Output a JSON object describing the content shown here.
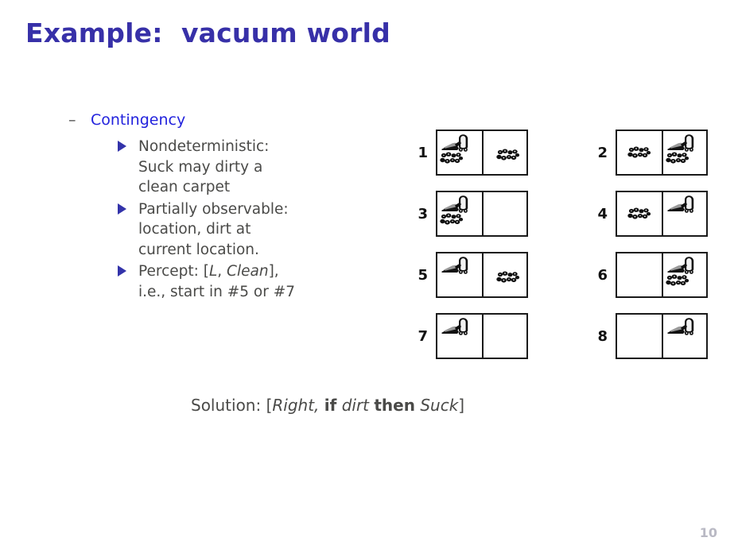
{
  "slide": {
    "title": "Example:  vacuum world",
    "page_number": "10",
    "title_color": "#3730a8",
    "accent_blue": "#2222dd",
    "bullet_blue": "#3333aa",
    "text_gray": "#4a4a48"
  },
  "outline": {
    "dash_bullet": "–",
    "level1_label": "Contingency",
    "items": [
      {
        "lines": [
          "Nondeterministic:",
          "Suck may dirty a",
          "clean carpet"
        ]
      },
      {
        "lines": [
          "Partially observable:",
          "location, dirt at",
          "current location."
        ]
      },
      {
        "lines": [
          "Percept: [L, Clean],",
          "i.e., start in #5 or #7"
        ]
      }
    ],
    "percept": {
      "prefix": "Percept: [",
      "location": "L",
      "comma": ", ",
      "status": "Clean",
      "suffix": "],",
      "second_line": "i.e., start in #5 or #7"
    }
  },
  "solution": {
    "label": "Solution: [",
    "action1": "Right,",
    "kw_if": "if",
    "condition": "dirt",
    "kw_then": "then",
    "action2": "Suck",
    "close": "]"
  },
  "diagram": {
    "caption": "vacuum-world-states",
    "icons": {
      "vacuum": "vacuum-cleaner-icon",
      "dirt": "dirt-icon"
    },
    "states": [
      {
        "num": "1",
        "left": {
          "vacuum": true,
          "dirt": true
        },
        "right": {
          "vacuum": false,
          "dirt": true
        }
      },
      {
        "num": "2",
        "left": {
          "vacuum": false,
          "dirt": true
        },
        "right": {
          "vacuum": true,
          "dirt": true
        }
      },
      {
        "num": "3",
        "left": {
          "vacuum": true,
          "dirt": true
        },
        "right": {
          "vacuum": false,
          "dirt": false
        }
      },
      {
        "num": "4",
        "left": {
          "vacuum": false,
          "dirt": true
        },
        "right": {
          "vacuum": true,
          "dirt": false
        }
      },
      {
        "num": "5",
        "left": {
          "vacuum": true,
          "dirt": false
        },
        "right": {
          "vacuum": false,
          "dirt": true
        }
      },
      {
        "num": "6",
        "left": {
          "vacuum": false,
          "dirt": false
        },
        "right": {
          "vacuum": true,
          "dirt": true
        }
      },
      {
        "num": "7",
        "left": {
          "vacuum": true,
          "dirt": false
        },
        "right": {
          "vacuum": false,
          "dirt": false
        }
      },
      {
        "num": "8",
        "left": {
          "vacuum": false,
          "dirt": false
        },
        "right": {
          "vacuum": true,
          "dirt": false
        }
      }
    ]
  }
}
